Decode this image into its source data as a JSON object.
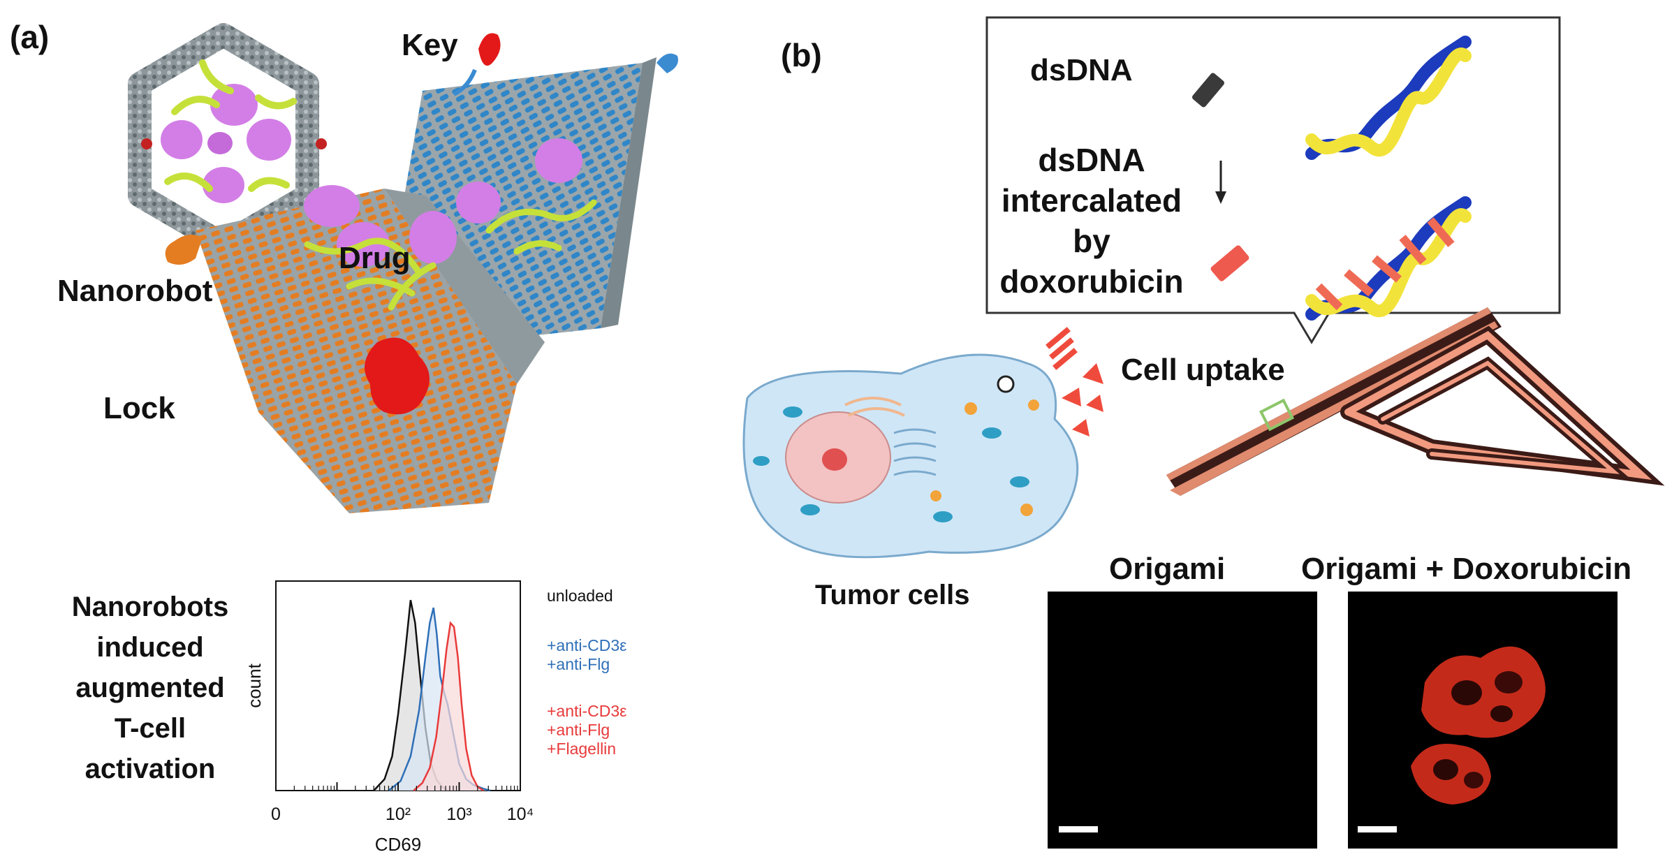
{
  "panel_a": {
    "tag": "(a)",
    "labels": {
      "key": "Key",
      "nanorobot": "Nanorobot",
      "drug": "Drug",
      "lock": "Lock"
    },
    "stack_label": [
      "Nanorobots",
      "induced",
      "augmented",
      "T-cell",
      "activation"
    ],
    "histogram": {
      "legend": [
        {
          "lines": [
            "unloaded"
          ],
          "color": "#111111"
        },
        {
          "lines": [
            "+anti-CD3ε",
            "+anti-Flg"
          ],
          "color": "#2f6fb7"
        },
        {
          "lines": [
            "+anti-CD3ε",
            "+anti-Flg",
            "+Flagellin"
          ],
          "color": "#e83a3a"
        }
      ]
    }
  },
  "panel_b": {
    "tag": "(b)",
    "callout": {
      "dsdna": "dsDNA",
      "intercalated": [
        "dsDNA",
        "intercalated",
        "by",
        "doxorubicin"
      ]
    },
    "cell_uptake": "Cell uptake",
    "tumor_cells": "Tumor cells",
    "micrographs": [
      {
        "title": "Origami"
      },
      {
        "title": "Origami + Doxorubicin"
      }
    ]
  },
  "chart_data": {
    "type": "line",
    "title": "",
    "xlabel": "CD69",
    "ylabel": "count",
    "x_scale": "log",
    "xlim": [
      1,
      10000
    ],
    "ylim": [
      0,
      1.1
    ],
    "xticks": [
      {
        "value": 1,
        "label": "0"
      },
      {
        "value": 100,
        "label": "10²"
      },
      {
        "value": 1000,
        "label": "10³"
      },
      {
        "value": 10000,
        "label": "10⁴"
      }
    ],
    "grid": false,
    "series": [
      {
        "name": "unloaded",
        "color": "#111111",
        "fill": "#dcdcdc",
        "x": [
          40,
          60,
          80,
          100,
          130,
          160,
          190,
          230,
          280,
          340,
          420,
          520,
          650
        ],
        "y": [
          0.0,
          0.06,
          0.18,
          0.4,
          0.72,
          1.0,
          0.88,
          0.6,
          0.33,
          0.15,
          0.06,
          0.02,
          0.0
        ]
      },
      {
        "name": "+anti-CD3ε +anti-Flg",
        "color": "#2f6fb7",
        "fill": "#d7e6f5",
        "x": [
          70,
          110,
          160,
          220,
          280,
          330,
          380,
          430,
          490,
          560,
          650,
          800,
          1000,
          1300,
          1700,
          2500,
          3200
        ],
        "y": [
          0.0,
          0.05,
          0.18,
          0.42,
          0.7,
          0.88,
          0.96,
          0.82,
          0.6,
          0.52,
          0.45,
          0.3,
          0.14,
          0.06,
          0.03,
          0.01,
          0.0
        ]
      },
      {
        "name": "+anti-CD3ε +anti-Flg +Flagellin",
        "color": "#e83a3a",
        "fill": "#f9d8d8",
        "x": [
          180,
          250,
          330,
          420,
          520,
          620,
          720,
          820,
          950,
          1100,
          1300,
          1600,
          2000,
          2500
        ],
        "y": [
          0.0,
          0.04,
          0.12,
          0.28,
          0.52,
          0.74,
          0.88,
          0.86,
          0.7,
          0.45,
          0.22,
          0.08,
          0.02,
          0.0
        ]
      }
    ]
  }
}
